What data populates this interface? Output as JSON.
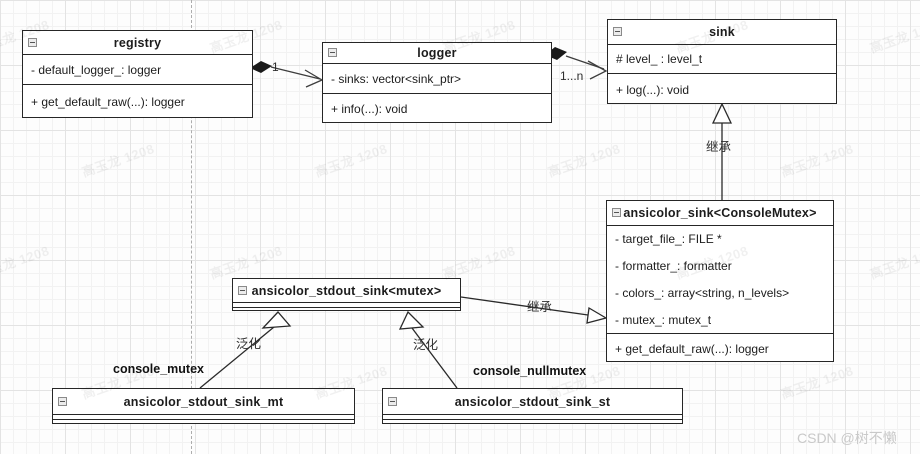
{
  "watermark_text": "高玉龙 1208",
  "credit": "CSDN @树不懒",
  "classes": {
    "registry": {
      "name": "registry",
      "attributes": [
        "- default_logger_: logger"
      ],
      "methods": [
        "+ get_default_raw(...): logger"
      ]
    },
    "logger": {
      "name": "logger",
      "attributes": [
        "- sinks: vector<sink_ptr>"
      ],
      "methods": [
        "+ info(...): void"
      ]
    },
    "sink": {
      "name": "sink",
      "attributes": [
        "# level_ : level_t"
      ],
      "methods": [
        "+ log(...): void"
      ]
    },
    "ansicolor_sink": {
      "name": "ansicolor_sink<ConsoleMutex>",
      "attributes": [
        "- target_file_: FILE *",
        "- formatter_: formatter",
        "- colors_: array<string, n_levels>",
        "- mutex_: mutex_t"
      ],
      "methods": [
        "+ get_default_raw(...): logger"
      ]
    },
    "ansicolor_stdout_sink": {
      "name": "ansicolor_stdout_sink<mutex>"
    },
    "ansicolor_stdout_sink_mt": {
      "name": "ansicolor_stdout_sink_mt"
    },
    "ansicolor_stdout_sink_st": {
      "name": "ansicolor_stdout_sink_st"
    }
  },
  "labels": {
    "registry_logger_multiplicity": "1",
    "logger_sink_multiplicity": "1...n",
    "sink_inheritance": "继承",
    "ansicolor_inheritance": "继承",
    "mt_generalization": "泛化",
    "st_generalization": "泛化",
    "console_mutex": "console_mutex",
    "console_nullmutex": "console_nullmutex"
  }
}
